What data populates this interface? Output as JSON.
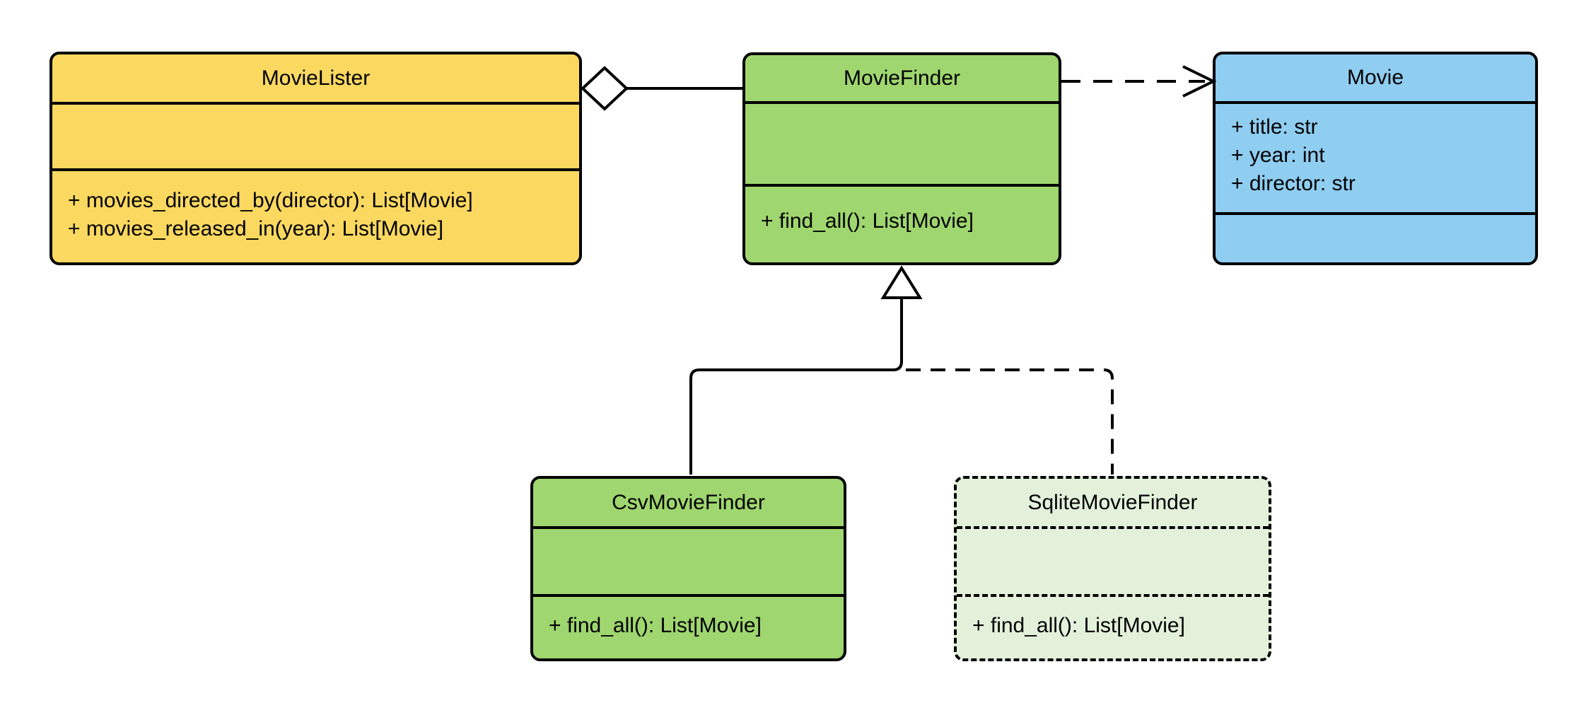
{
  "diagram_type": "uml-class-diagram",
  "classes": [
    {
      "name": "MovieLister",
      "attributes": [],
      "methods": [
        "+ movies_directed_by(director): List[Movie]",
        "+ movies_released_in(year): List[Movie]"
      ],
      "fill": "#FBD860",
      "border_style": "solid"
    },
    {
      "name": "MovieFinder",
      "attributes": [],
      "methods": [
        "+ find_all(): List[Movie]"
      ],
      "fill": "#9FD66F",
      "border_style": "solid"
    },
    {
      "name": "Movie",
      "attributes": [
        "+ title: str",
        "+ year: int",
        "+ director: str"
      ],
      "methods": [],
      "fill": "#8FCDF1",
      "border_style": "solid"
    },
    {
      "name": "CsvMovieFinder",
      "attributes": [],
      "methods": [
        "+ find_all(): List[Movie]"
      ],
      "fill": "#9FD66F",
      "border_style": "solid"
    },
    {
      "name": "SqliteMovieFinder",
      "attributes": [],
      "methods": [
        "+ find_all(): List[Movie]"
      ],
      "fill": "#E3F1DB",
      "border_style": "dashed"
    }
  ],
  "relationships": [
    {
      "type": "aggregation",
      "from": "MovieLister",
      "to": "MovieFinder",
      "line": "solid",
      "marker": "open-diamond-icon",
      "marker_at": "MovieLister"
    },
    {
      "type": "dependency",
      "from": "MovieFinder",
      "to": "Movie",
      "line": "dashed",
      "marker": "open-arrowhead-icon",
      "marker_at": "Movie"
    },
    {
      "type": "generalization",
      "from": "CsvMovieFinder",
      "to": "MovieFinder",
      "line": "solid",
      "marker": "hollow-triangle-icon",
      "marker_at": "MovieFinder"
    },
    {
      "type": "generalization",
      "from": "SqliteMovieFinder",
      "to": "MovieFinder",
      "line": "dashed",
      "marker": "hollow-triangle-icon",
      "marker_at": "MovieFinder"
    }
  ],
  "colors": {
    "stroke": "#000000",
    "background": "#FFFFFF",
    "yellow": "#FBD860",
    "green": "#9FD66F",
    "blue": "#8FCDF1",
    "pale_green": "#E3F1DB"
  }
}
